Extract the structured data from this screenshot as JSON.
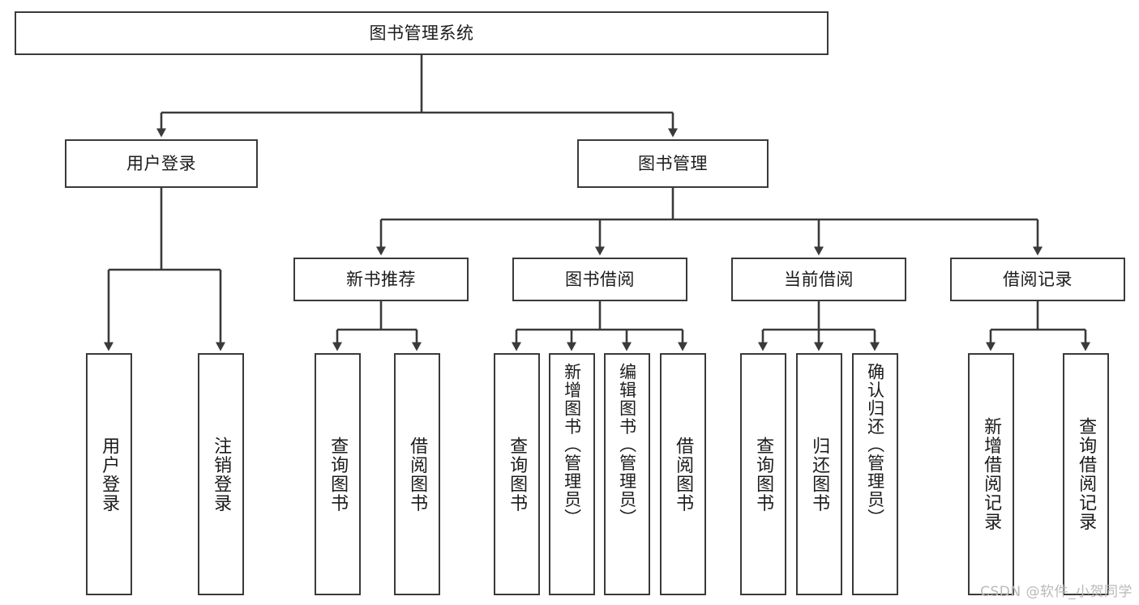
{
  "diagram": {
    "title": "图书管理系统",
    "type": "tree",
    "watermark": "CSDN @软件_小贺同学",
    "colors": {
      "stroke": "#3a3a3a",
      "fill": "#ffffff",
      "text": "#1b1b1b",
      "watermark": "#b9b9b9"
    },
    "nodes": {
      "root": {
        "label": "图书管理系统"
      },
      "level2": [
        {
          "id": "user-login",
          "label": "用户登录"
        },
        {
          "id": "book-manage",
          "label": "图书管理"
        }
      ],
      "level3": [
        {
          "id": "new-book-recommend",
          "label": "新书推荐"
        },
        {
          "id": "book-borrow",
          "label": "图书借阅"
        },
        {
          "id": "current-borrow",
          "label": "当前借阅"
        },
        {
          "id": "borrow-record",
          "label": "借阅记录"
        }
      ],
      "leaves": [
        {
          "id": "leaf-user-login",
          "label": "用户登录",
          "parent": "user-login"
        },
        {
          "id": "leaf-logout-login",
          "label": "注销登录",
          "parent": "user-login"
        },
        {
          "id": "leaf-query-book-1",
          "label": "查询图书",
          "parent": "new-book-recommend"
        },
        {
          "id": "leaf-borrow-book-1",
          "label": "借阅图书",
          "parent": "new-book-recommend"
        },
        {
          "id": "leaf-query-book-2",
          "label": "查询图书",
          "parent": "book-borrow"
        },
        {
          "id": "leaf-add-book",
          "label": "新增图书（管理员）",
          "parent": "book-borrow"
        },
        {
          "id": "leaf-edit-book",
          "label": "编辑图书（管理员）",
          "parent": "book-borrow"
        },
        {
          "id": "leaf-borrow-book-2",
          "label": "借阅图书",
          "parent": "book-borrow"
        },
        {
          "id": "leaf-query-book-3",
          "label": "查询图书",
          "parent": "current-borrow"
        },
        {
          "id": "leaf-return-book",
          "label": "归还图书",
          "parent": "current-borrow"
        },
        {
          "id": "leaf-confirm-return",
          "label": "确认归还（管理员）",
          "parent": "current-borrow"
        },
        {
          "id": "leaf-add-record",
          "label": "新增借阅记录",
          "parent": "borrow-record"
        },
        {
          "id": "leaf-query-record",
          "label": "查询借阅记录",
          "parent": "borrow-record"
        }
      ]
    }
  }
}
